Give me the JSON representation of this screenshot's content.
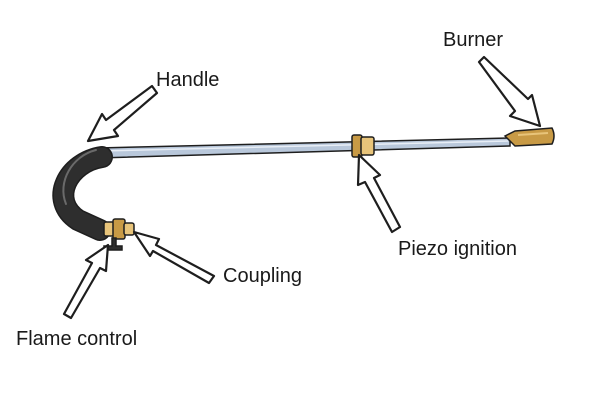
{
  "diagram": {
    "subject": "blowtorch",
    "labels": {
      "burner": "Burner",
      "handle": "Handle",
      "piezo": "Piezo ignition",
      "coupling": "Coupling",
      "flame_control": "Flame control"
    },
    "colors": {
      "tube": "#b9c8db",
      "tube_highlight": "#e8eef6",
      "outline": "#1e1e1e",
      "handle": "#2e2e2e",
      "brass": "#c89a45",
      "brass_light": "#e8c47a",
      "arrow_fill": "#ffffff",
      "arrow_stroke": "#1e1e1e"
    }
  }
}
